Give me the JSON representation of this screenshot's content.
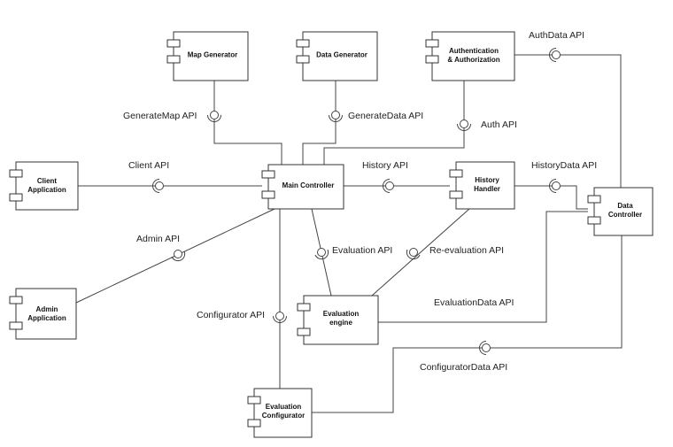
{
  "components": [
    {
      "id": "map_generator",
      "lines": [
        "Map Generator"
      ]
    },
    {
      "id": "data_generator",
      "lines": [
        "Data Generator"
      ]
    },
    {
      "id": "auth",
      "lines": [
        "Authentication",
        "& Authorization"
      ]
    },
    {
      "id": "client_app",
      "lines": [
        "Client",
        "Application"
      ]
    },
    {
      "id": "main_controller",
      "lines": [
        "Main Controller"
      ]
    },
    {
      "id": "history_handler",
      "lines": [
        "History",
        "Handler"
      ]
    },
    {
      "id": "data_controller",
      "lines": [
        "Data",
        "Controller"
      ]
    },
    {
      "id": "admin_app",
      "lines": [
        "Admin",
        "Application"
      ]
    },
    {
      "id": "evaluation_engine",
      "lines": [
        "Evaluation",
        "engine"
      ]
    },
    {
      "id": "evaluation_configurator",
      "lines": [
        "Evaluation",
        "Configurator"
      ]
    }
  ],
  "interfaces": [
    {
      "id": "generatemap_api",
      "label": "GenerateMap API"
    },
    {
      "id": "generatedata_api",
      "label": "GenerateData API"
    },
    {
      "id": "auth_api",
      "label": "Auth API"
    },
    {
      "id": "authdata_api",
      "label": "AuthData API"
    },
    {
      "id": "client_api",
      "label": "Client API"
    },
    {
      "id": "history_api",
      "label": "History API"
    },
    {
      "id": "historydata_api",
      "label": "HistoryData API"
    },
    {
      "id": "admin_api",
      "label": "Admin API"
    },
    {
      "id": "evaluation_api",
      "label": "Evaluation API"
    },
    {
      "id": "reevaluation_api",
      "label": "Re-evaluation API"
    },
    {
      "id": "evaluationdata_api",
      "label": "EvaluationData API"
    },
    {
      "id": "configurator_api",
      "label": "Configurator API"
    },
    {
      "id": "configuratordata_api",
      "label": "ConfiguratorData API"
    }
  ]
}
